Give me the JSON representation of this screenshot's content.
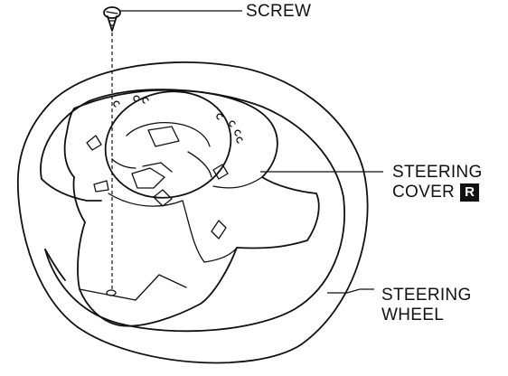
{
  "labels": {
    "screw": "SCREW",
    "steering_cover_line1": "STEERING",
    "steering_cover_line2": "COVER",
    "steering_cover_badge": "R",
    "steering_wheel_line1": "STEERING",
    "steering_wheel_line2": "WHEEL"
  }
}
